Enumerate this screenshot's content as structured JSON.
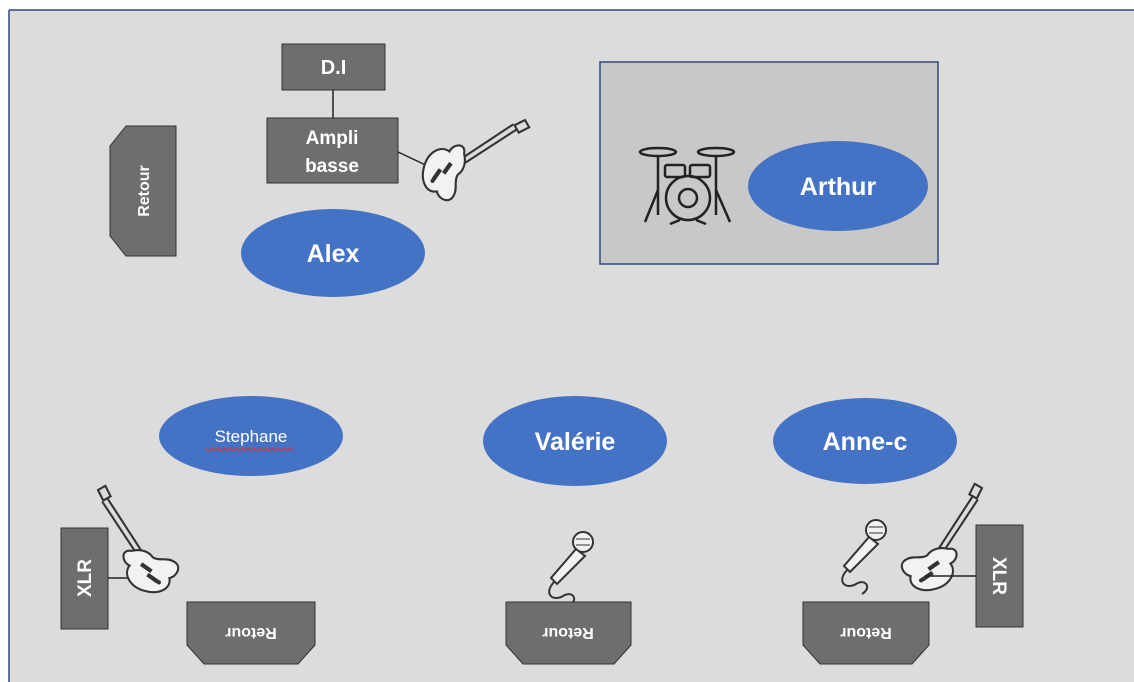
{
  "diagram": {
    "background_color": "#dcdcdc",
    "border_color": "#2e4a7d",
    "box_color": "#6e6e6e",
    "person_color": "#4472c4",
    "drum_riser_color": "#c8c8c8",
    "labels": {
      "di": "D.I",
      "ampli_line1": "Ampli",
      "ampli_line2": "basse",
      "retour": "Retour",
      "xlr": "XLR"
    },
    "people": {
      "alex": "Alex",
      "arthur": "Arthur",
      "stephane": "Stephane",
      "valerie": "Valérie",
      "anne": "Anne-c"
    },
    "icons": {
      "bass": "bass-guitar-icon",
      "drums": "drum-kit-icon",
      "guitar": "electric-guitar-icon",
      "mic": "microphone-icon"
    }
  }
}
